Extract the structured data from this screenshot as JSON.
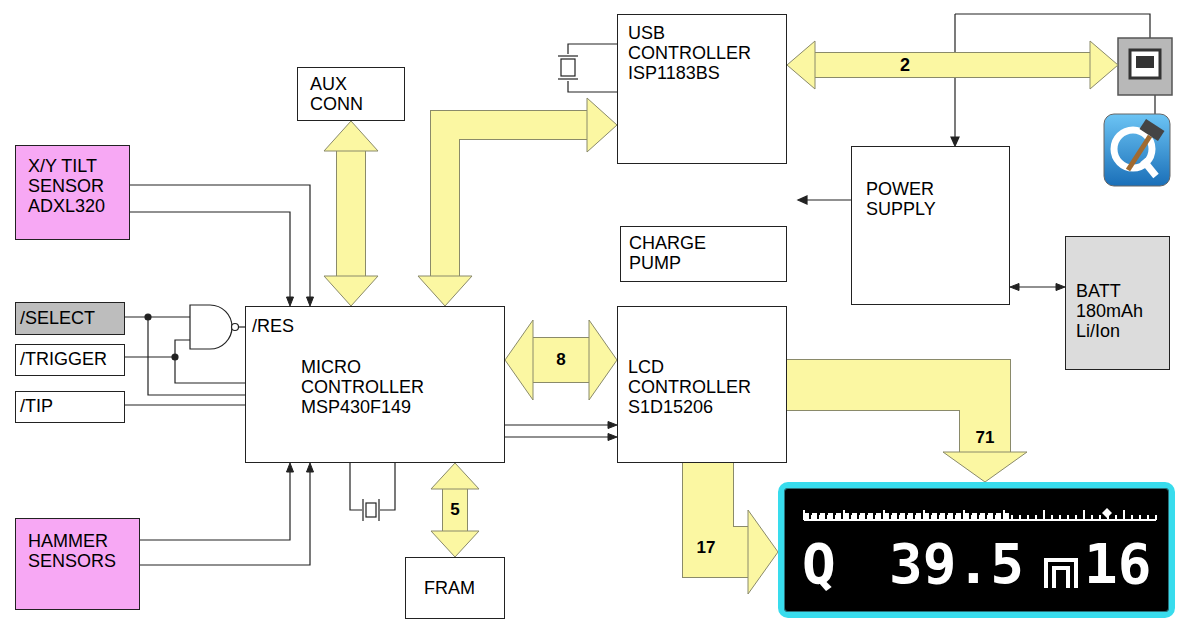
{
  "diagram": {
    "nodes": [
      {
        "text": [
          "USB CONTROLLER ISP1183BS"
        ]
      },
      {
        "text": [
          "AUX CONN"
        ]
      },
      {
        "text": [
          "X/Y TILT SENSOR ADXL320"
        ]
      },
      {
        "text": [
          "POWER SUPPLY"
        ]
      },
      {
        "text": [
          "CHARGE PUMP"
        ]
      },
      {
        "text": [
          "BATT 180mAh Li/Ion"
        ]
      },
      {
        "text": [
          "/SELECT"
        ]
      },
      {
        "text": [
          "MICRO CONTROLLER MSP430F149"
        ]
      },
      {
        "text": [
          "LCD CONTROLLER S1D15206"
        ]
      },
      {
        "text": [
          "/TRIGGER"
        ]
      },
      {
        "text": [
          "/TIP"
        ]
      },
      {
        "text": [
          "HAMMER SENSORS"
        ]
      },
      {
        "text": [
          "Q",
          "39.5",
          "16"
        ]
      },
      {
        "text": [
          "FRAM"
        ]
      }
    ],
    "edges": [
      {
        "from": 7,
        "to": 1,
        "arrow": "both"
      },
      {
        "from": 7,
        "to": 0,
        "arrow": "both"
      },
      {
        "from": 7,
        "to": 8,
        "label": "8",
        "arrow": "both"
      },
      {
        "from": 7,
        "to": 8,
        "arrow": "to"
      },
      {
        "from": 7,
        "to": 8,
        "arrow": "to"
      },
      {
        "from": 8,
        "to": 12,
        "label": "71",
        "arrow": "to"
      },
      {
        "from": 8,
        "to": 12,
        "label": "17",
        "arrow": "to"
      },
      {
        "from": 7,
        "to": 13,
        "label": "5",
        "arrow": "both"
      },
      {
        "from": 2,
        "to": 7,
        "arrow": "to"
      },
      {
        "from": 2,
        "to": 7,
        "arrow": "to"
      },
      {
        "from": 11,
        "to": 7,
        "arrow": "to"
      },
      {
        "from": 11,
        "to": 7,
        "arrow": "to"
      },
      {
        "from": 6,
        "to": 7,
        "arrow": "none"
      },
      {
        "from": 9,
        "to": 7,
        "arrow": "none"
      },
      {
        "from": 10,
        "to": 7,
        "arrow": "none"
      },
      {
        "from": 3,
        "to": 5,
        "arrow": "both"
      }
    ],
    "labels": [
      "/RES",
      "2"
    ]
  }
}
